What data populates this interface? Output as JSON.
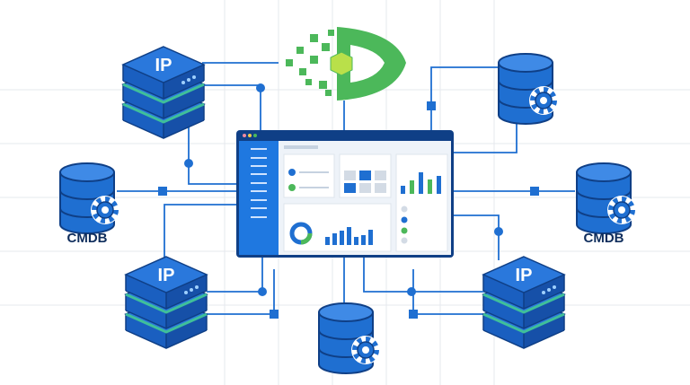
{
  "colors": {
    "primary_blue": "#1f6fd1",
    "dark_blue": "#0f3f86",
    "light_blue": "#3f8ae6",
    "teal": "#3fbf9a",
    "green": "#4cb85a",
    "grid": "#e6e9ee",
    "panel_bg": "#eef3f9"
  },
  "nodes": {
    "ip_top_left": {
      "label": "IP"
    },
    "ip_bottom_left": {
      "label": "IP"
    },
    "ip_bottom_right": {
      "label": "IP"
    },
    "cmdb_left": {
      "label": "CMDB"
    },
    "cmdb_right": {
      "label": "CMDB"
    }
  },
  "icons": [
    "server-stack-icon",
    "database-icon",
    "gear-icon",
    "logo-eye-icon",
    "dashboard-window"
  ]
}
